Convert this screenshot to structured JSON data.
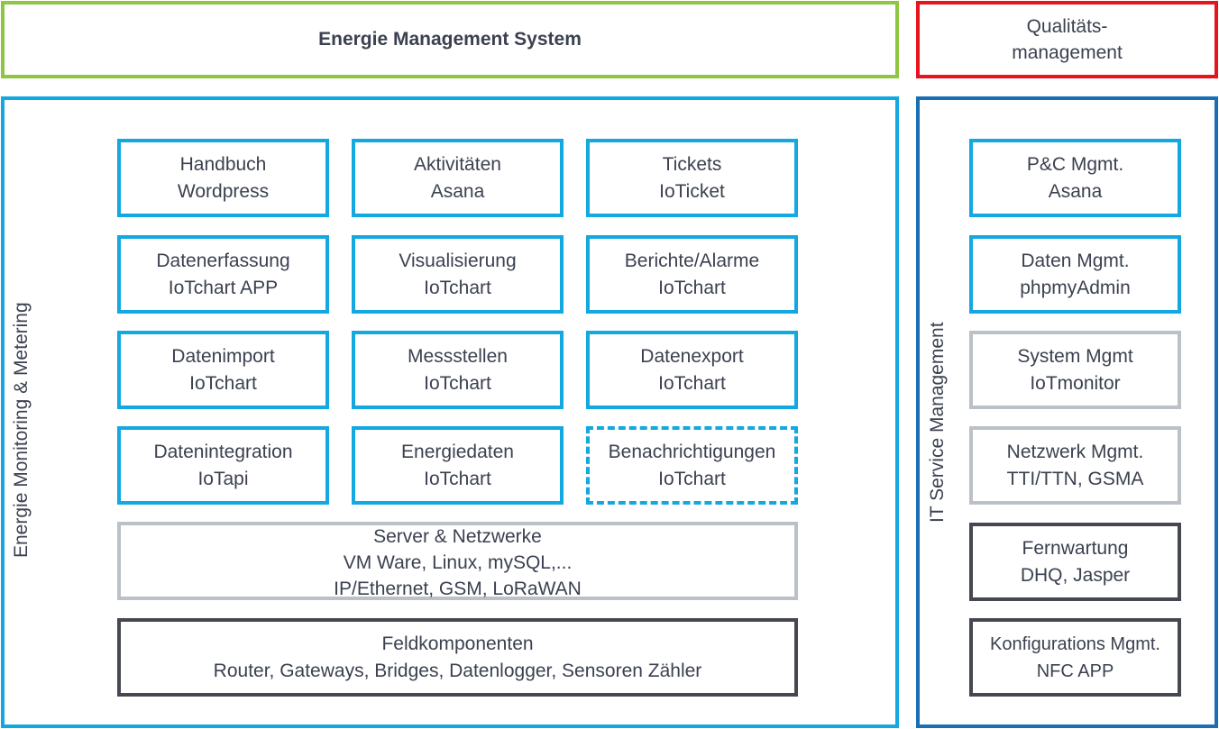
{
  "top": {
    "ems": "Energie Management System",
    "qm_line1": "Qualitäts-",
    "qm_line2": "management"
  },
  "left_panel": {
    "label": "Energie Monitoring & Metering",
    "grid": [
      {
        "l1": "Handbuch",
        "l2": "Wordpress"
      },
      {
        "l1": "Aktivitäten",
        "l2": "Asana"
      },
      {
        "l1": "Tickets",
        "l2": "IoTicket"
      },
      {
        "l1": "Datenerfassung",
        "l2": "IoTchart APP"
      },
      {
        "l1": "Visualisierung",
        "l2": "IoTchart"
      },
      {
        "l1": "Berichte/Alarme",
        "l2": "IoTchart"
      },
      {
        "l1": "Datenimport",
        "l2": "IoTchart"
      },
      {
        "l1": "Messstellen",
        "l2": "IoTchart"
      },
      {
        "l1": "Datenexport",
        "l2": "IoTchart"
      },
      {
        "l1": "Datenintegration",
        "l2": "IoTapi"
      },
      {
        "l1": "Energiedaten",
        "l2": "IoTchart"
      },
      {
        "l1": "Benachrichtigungen",
        "l2": "IoTchart"
      }
    ],
    "server": {
      "l1": "Server & Netzwerke",
      "l2": "VM Ware, Linux, mySQL,...",
      "l3": "IP/Ethernet, GSM, LoRaWAN"
    },
    "field": {
      "l1": "Feldkomponenten",
      "l2": "Router, Gateways, Bridges, Datenlogger, Sensoren Zähler"
    }
  },
  "right_panel": {
    "label": "IT Service Management",
    "items": [
      {
        "l1": "P&C Mgmt.",
        "l2": "Asana"
      },
      {
        "l1": "Daten Mgmt.",
        "l2": "phpmyAdmin"
      },
      {
        "l1": "System Mgmt",
        "l2": "IoTmonitor"
      },
      {
        "l1": "Netzwerk Mgmt.",
        "l2": "TTI/TTN, GSMA"
      },
      {
        "l1": "Fernwartung",
        "l2": "DHQ, Jasper"
      },
      {
        "l1": "Konfigurations Mgmt.",
        "l2": "NFC APP"
      }
    ]
  },
  "colors": {
    "green": "#8ec641",
    "red": "#e8141d",
    "blue": "#13a8e0",
    "darkblue": "#1a6eb3",
    "grey": "#bcc0c7",
    "dark": "#454851"
  }
}
